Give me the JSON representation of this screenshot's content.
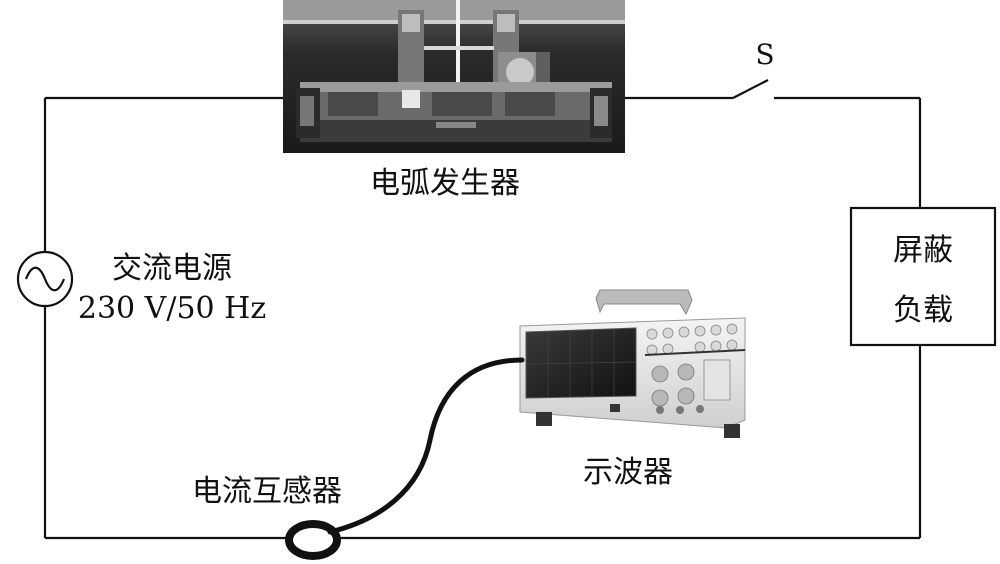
{
  "labels": {
    "arc_generator": "电弧发生器",
    "switch": "S",
    "ac_source_name": "交流电源",
    "ac_source_rating": "230 V/50 Hz",
    "load_line1": "屏蔽",
    "load_line2": "负载",
    "oscilloscope": "示波器",
    "current_transformer": "电流互感器"
  },
  "colors": {
    "wire": "#111111",
    "background": "#ffffff"
  },
  "icons": {
    "ac_source": "sine-wave-icon",
    "arc_generator": "arc-generator-photo",
    "oscilloscope": "oscilloscope-photo",
    "current_transformer": "ring-coil-icon"
  }
}
